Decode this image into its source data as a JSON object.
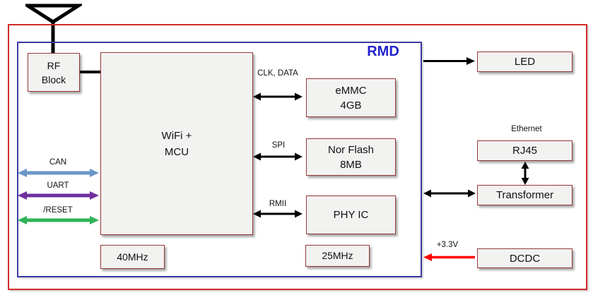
{
  "module": {
    "label": "RMD"
  },
  "blocks": {
    "rf": "RF\nBlock",
    "wifi_mcu": "WiFi +\nMCU",
    "emmc": "eMMC\n4GB",
    "nor_flash": "Nor Flash\n8MB",
    "phy_ic": "PHY IC",
    "xtal_40mhz": "40MHz",
    "xtal_25mhz": "25MHz",
    "led": "LED",
    "rj45": "RJ45",
    "transformer": "Transformer",
    "dcdc": "DCDC"
  },
  "bus_labels": {
    "clk_data": "CLK, DATA",
    "spi": "SPI",
    "rmii": "RMII",
    "can": "CAN",
    "uart": "UART",
    "reset": "/RESET",
    "ethernet": "Ethernet",
    "power": "+3.3V"
  },
  "colors": {
    "outer_border": "#d02b2b",
    "inner_border": "#3a3aa0",
    "box_border": "#953735",
    "box_fill": "#f2f2f1",
    "module_text": "#2222cc",
    "can_bus": "#6b96c8",
    "uart_bus": "#7030a0",
    "reset_bus": "#2eb457",
    "power_line": "#ff0000",
    "signal_line": "#000000"
  }
}
